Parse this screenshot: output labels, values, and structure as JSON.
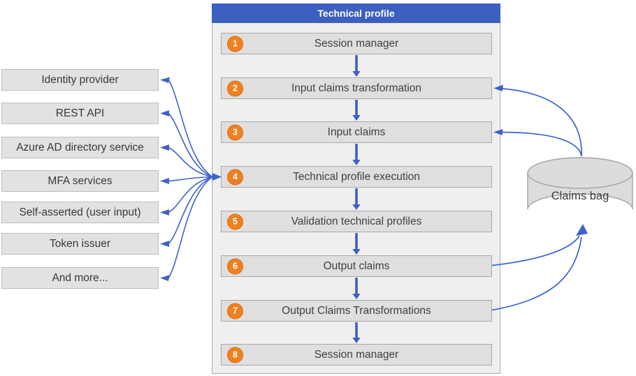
{
  "panel": {
    "title": "Technical profile",
    "steps": [
      {
        "num": "1",
        "label": "Session manager"
      },
      {
        "num": "2",
        "label": "Input claims transformation"
      },
      {
        "num": "3",
        "label": "Input claims"
      },
      {
        "num": "4",
        "label": "Technical profile execution"
      },
      {
        "num": "5",
        "label": "Validation technical profiles"
      },
      {
        "num": "6",
        "label": "Output claims"
      },
      {
        "num": "7",
        "label": "Output Claims Transformations"
      },
      {
        "num": "8",
        "label": "Session manager"
      }
    ]
  },
  "providers": [
    {
      "label": "Identity provider"
    },
    {
      "label": "REST API"
    },
    {
      "label": "Azure AD directory service"
    },
    {
      "label": "MFA services"
    },
    {
      "label": "Self-asserted (user input)"
    },
    {
      "label": "Token issuer"
    },
    {
      "label": "And more..."
    }
  ],
  "claims_bag": {
    "label": "Claims bag"
  },
  "colors": {
    "header_blue": "#3d5fc1",
    "arrow_blue": "#3f62c9",
    "badge_orange": "#f0801f",
    "badge_border": "#dd6d10",
    "step_fill": "#dfdfdf",
    "step_border": "#a8a8a8",
    "panel_fill": "#efefef",
    "cylinder_fill": "#dcdcdc",
    "cylinder_border": "#a3a3a3"
  }
}
